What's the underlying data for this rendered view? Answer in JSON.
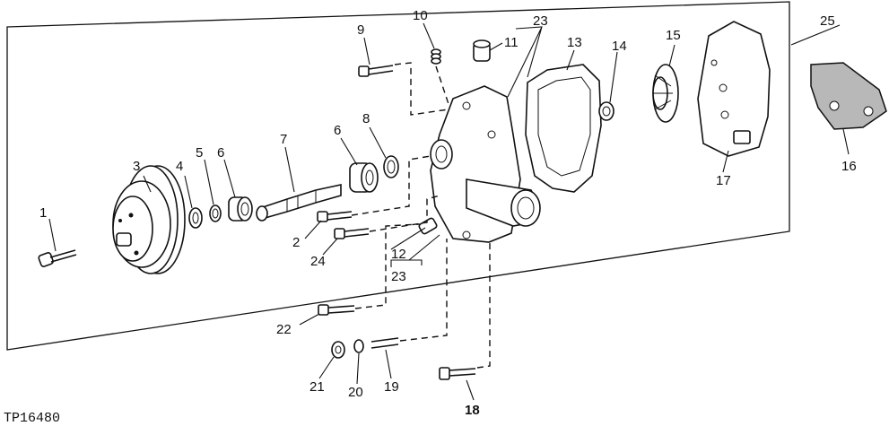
{
  "figure_ref": "TP16480",
  "callouts": {
    "c1": "1",
    "c2": "2",
    "c3": "3",
    "c4": "4",
    "c5": "5",
    "c6a": "6",
    "c6b": "6",
    "c7": "7",
    "c8": "8",
    "c9": "9",
    "c10": "10",
    "c11": "11",
    "c12": "12",
    "c13": "13",
    "c14": "14",
    "c15": "15",
    "c16": "16",
    "c17": "17",
    "c18": "18",
    "c19": "19",
    "c20": "20",
    "c21": "21",
    "c22": "22",
    "c23a": "23",
    "c23b": "23",
    "c24": "24",
    "c25": "25"
  }
}
